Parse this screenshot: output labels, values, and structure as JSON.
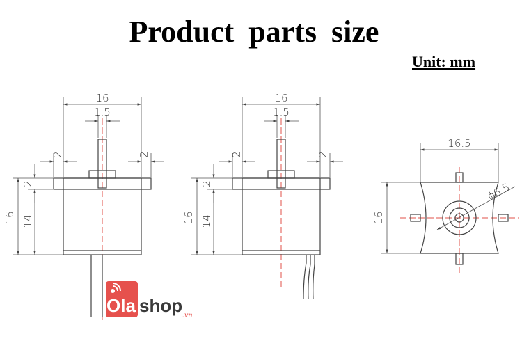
{
  "title": "Product  parts  size",
  "unit_label": "Unit: mm",
  "dimensions": {
    "body_width": "16",
    "shaft_diameter": "1.5",
    "flange_offset_left": "2",
    "flange_offset_right": "2",
    "flange_thickness": "2",
    "total_height": "16",
    "body_height": "14",
    "top_view_width": "16.5",
    "top_view_height": "16",
    "boss_diameter": "ϕ6.5"
  },
  "logo": {
    "brand_text_ola": "Ola",
    "brand_text_shop": "shop",
    "brand_suffix": ".vn",
    "colors": {
      "badge": "#e6514d",
      "text_dark": "#3a3a3a"
    }
  },
  "colors": {
    "centerline": "#e0524a",
    "line": "#444444"
  }
}
